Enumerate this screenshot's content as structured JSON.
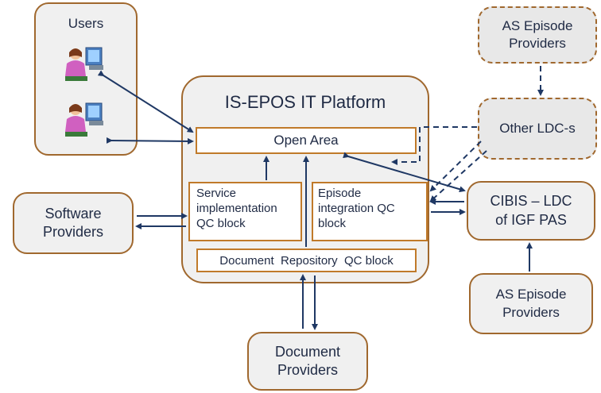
{
  "users": {
    "title": "Users"
  },
  "platform": {
    "title": "IS-EPOS IT Platform",
    "open_area": "Open Area",
    "service_block": "Service\nimplementation\nQC block",
    "episode_block": "Episode\nintegration QC\nblock",
    "doc_repo_block": "Document  Repository  QC block"
  },
  "software_providers": "Software\nProviders",
  "document_providers": "Document\nProviders",
  "as_episode_top": "AS Episode\nProviders",
  "other_ldc": "Other LDC-s",
  "cibis": "CIBIS – LDC\nof IGF PAS",
  "as_episode_bottom": "AS Episode\nProviders",
  "colors": {
    "border": "#a0682e",
    "inner_border": "#c07a2a",
    "arrow": "#1f3864",
    "box_fill": "#f0f0f0"
  },
  "icons": [
    "user-at-computer-icon",
    "user-at-computer-icon"
  ]
}
